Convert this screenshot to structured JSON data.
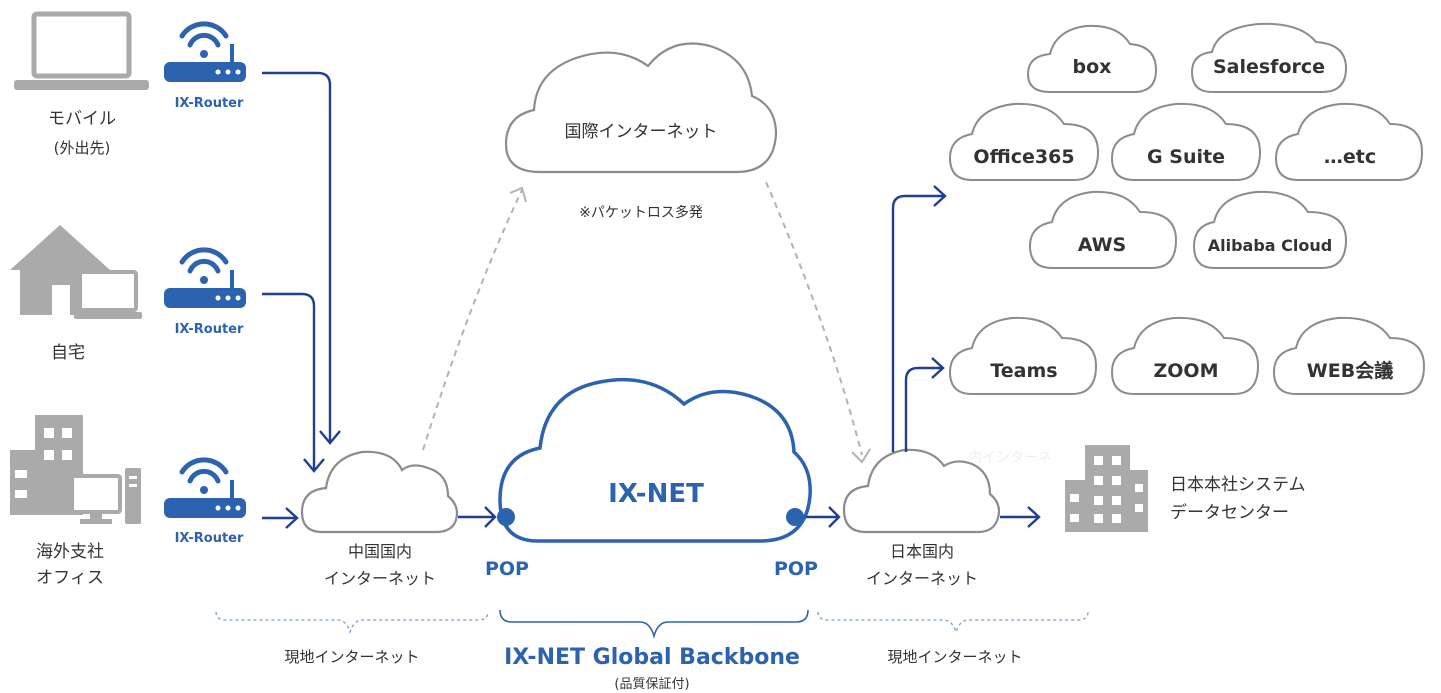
{
  "sources": {
    "mobile": {
      "line1": "モバイル",
      "line2": "(外出先)"
    },
    "home": {
      "label": "自宅"
    },
    "office": {
      "line1": "海外支社",
      "line2": "オフィス"
    }
  },
  "routers": {
    "label": "IX-Router"
  },
  "china_internet": {
    "line1": "中国国内",
    "line2": "インターネット"
  },
  "intl_internet": {
    "label": "国際インターネット",
    "note": "※パケットロス多発"
  },
  "ixnet": {
    "label": "IX-NET",
    "pop_left": "POP",
    "pop_right": "POP"
  },
  "japan_internet": {
    "line1": "日本国内",
    "line2": "インターネット",
    "ghost_text": "内インターネ"
  },
  "hq": {
    "line1": "日本本社システム",
    "line2": "データセンター"
  },
  "cloud_services": [
    "box",
    "Salesforce",
    "Office365",
    "G Suite",
    "…etc",
    "AWS",
    "Alibaba Cloud"
  ],
  "meeting_services": [
    "Teams",
    "ZOOM",
    "WEB会議"
  ],
  "brackets": {
    "left": "現地インターネット",
    "middle": "IX-NET Global Backbone",
    "middle_sub": "(品質保証付)",
    "right": "現地インターネット"
  },
  "colors": {
    "blue": "#2c63b0",
    "navy_arrow": "#1f3f95",
    "gray_icon": "#aaaaaa",
    "cloud_outline": "#8c8c8c"
  }
}
